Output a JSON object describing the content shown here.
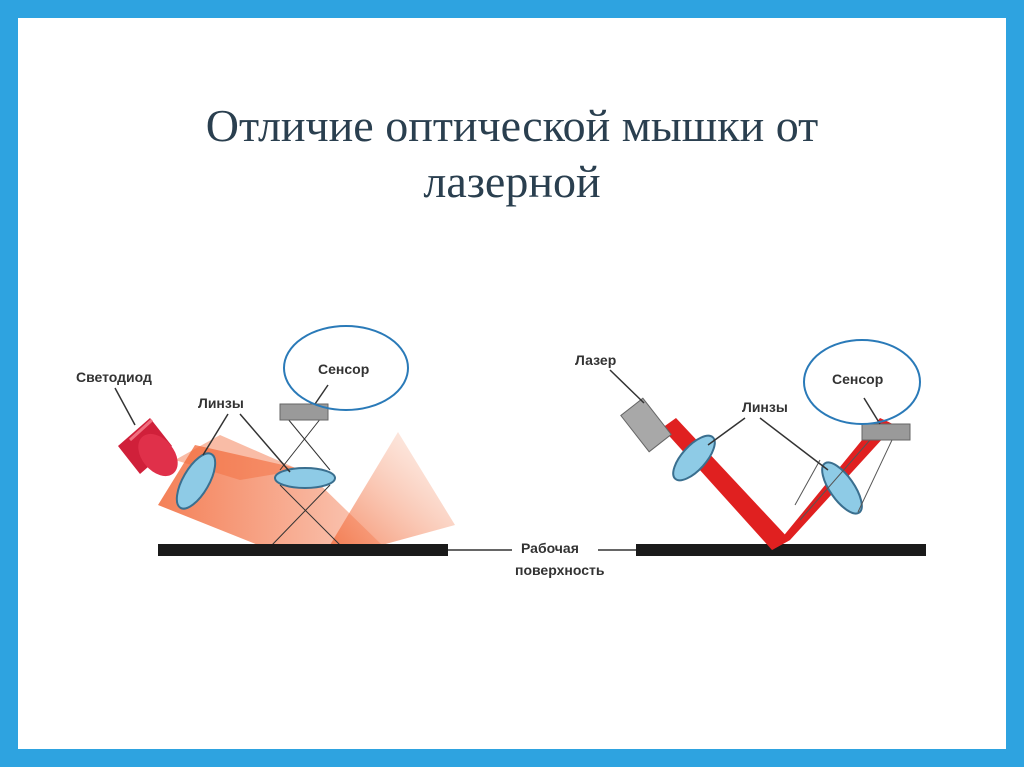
{
  "slide": {
    "title_line1": "Отличие оптической мышки от",
    "title_line2": "лазерной"
  },
  "optical": {
    "led_label": "Светодиод",
    "lenses_label": "Линзы",
    "sensor_label": "Сенсор",
    "light_color": "#f26a3a",
    "led_color": "#d0203a"
  },
  "laser": {
    "laser_label": "Лазер",
    "lenses_label": "Линзы",
    "sensor_label": "Сенсор",
    "beam_color": "#e02020"
  },
  "surface": {
    "label_line1": "Рабочая",
    "label_line2": "поверхность"
  },
  "colors": {
    "frame": "#2ea3e0",
    "highlight_circle": "#2a7ab8",
    "lens_fill": "#8ecbe6",
    "sensor_fill": "#9a9a9a"
  }
}
